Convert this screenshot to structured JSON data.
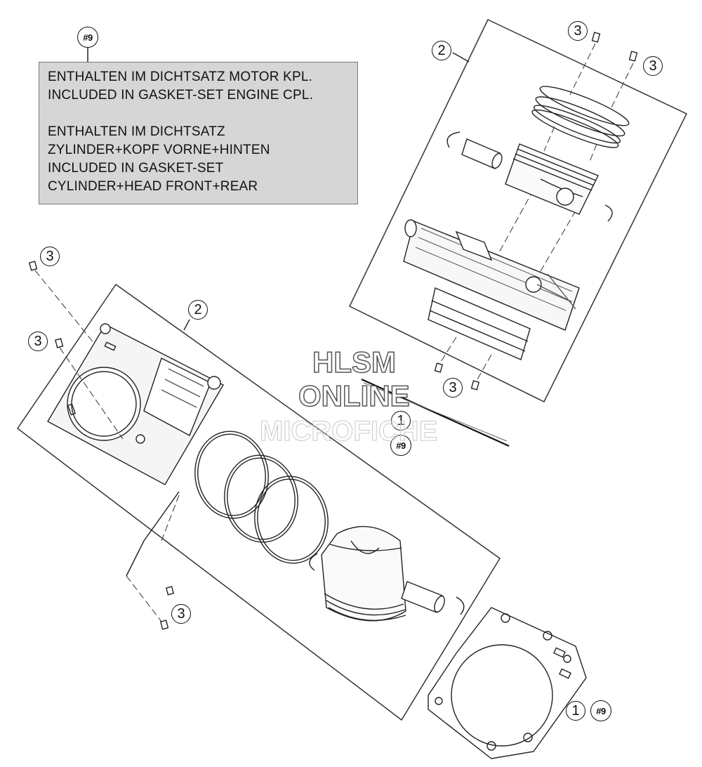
{
  "note": {
    "tag": "#9",
    "lines": [
      "ENTHALTEN IM DICHTSATZ MOTOR KPL.",
      "INCLUDED IN GASKET-SET ENGINE CPL.",
      "",
      "ENTHALTEN IM DICHTSATZ",
      "ZYLINDER+KOPF VORNE+HINTEN",
      "INCLUDED IN GASKET-SET",
      "CYLINDER+HEAD FRONT+REAR"
    ]
  },
  "callouts": {
    "top_cylinder_assembly": "2",
    "top_dowel_left": "3",
    "top_dowel_right": "3",
    "top_dowel_bottom": "3",
    "base_gasket_upper": "1",
    "left_dowel_top": "3",
    "left_dowel_middle": "3",
    "bottom_cylinder_assembly": "2",
    "bottom_dowel": "3",
    "base_gasket_lower": "1"
  },
  "refs": {
    "base_gasket_upper_ref": "#9",
    "base_gasket_lower_ref": "#9"
  },
  "watermark": {
    "line1": "HLSM",
    "line2": "ONLINE",
    "line3": "MICROFICHE"
  }
}
